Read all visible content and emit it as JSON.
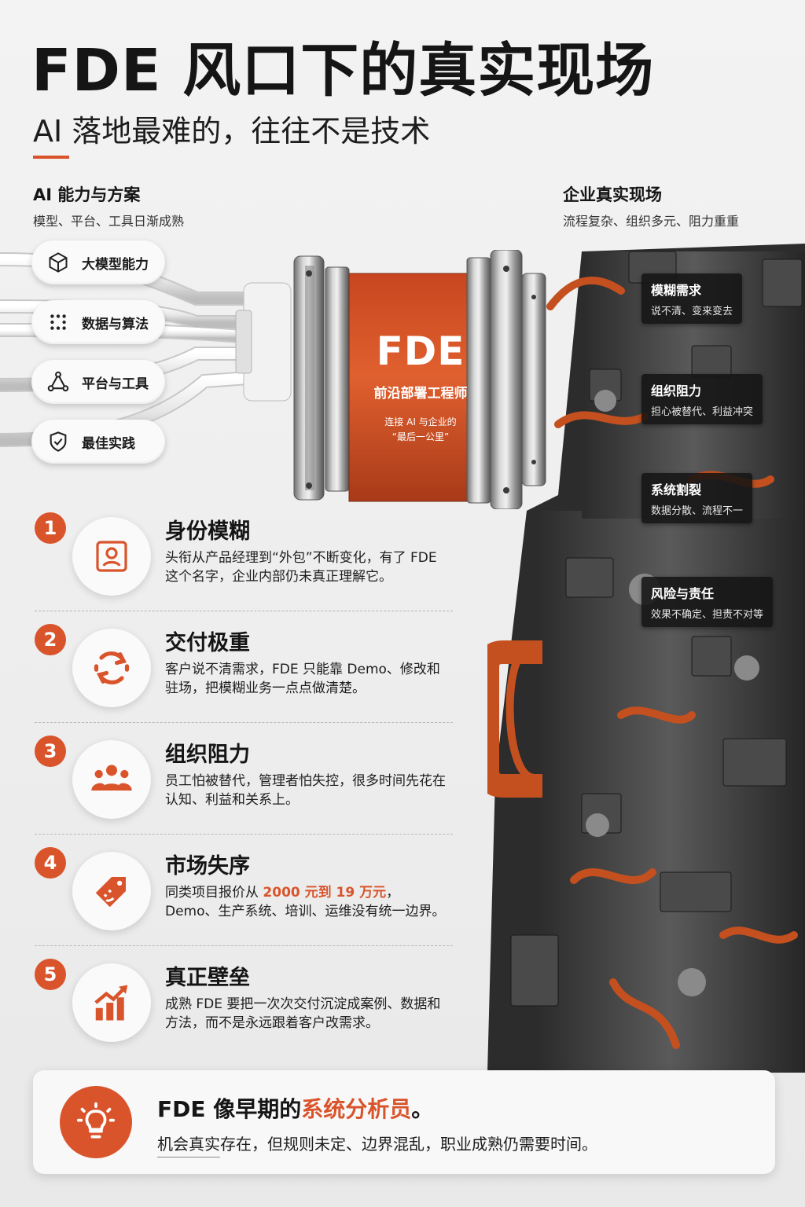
{
  "header": {
    "title": "FDE 风口下的真实现场",
    "subtitle": "AI 落地最难的，往往不是技术"
  },
  "left_column": {
    "heading": "AI 能力与方案",
    "sub": "模型、平台、工具日渐成熟",
    "pills": [
      {
        "label": "大模型能力",
        "icon": "cube-icon"
      },
      {
        "label": "数据与算法",
        "icon": "dots-grid-icon"
      },
      {
        "label": "平台与工具",
        "icon": "network-triangle-icon"
      },
      {
        "label": "最佳实践",
        "icon": "shield-check-icon"
      }
    ]
  },
  "right_column": {
    "heading": "企业真实现场",
    "sub": "流程复杂、组织多元、阻力重重",
    "tags": [
      {
        "title": "模糊需求",
        "text": "说不清、变来变去"
      },
      {
        "title": "组织阻力",
        "text": "担心被替代、利益冲突"
      },
      {
        "title": "系统割裂",
        "text": "数据分散、流程不一"
      },
      {
        "title": "风险与责任",
        "text": "效果不确定、担责不对等"
      }
    ]
  },
  "cylinder": {
    "big": "FDE",
    "mid": "前沿部署工程师",
    "line1": "连接 AI 与企业的",
    "line2": "“最后一公里”"
  },
  "items": [
    {
      "num": "1",
      "title": "身份模糊",
      "icon": "id-card-icon",
      "text": "头衔从产品经理到“外包”不断变化，有了 FDE 这个名字，企业内部仍未真正理解它。"
    },
    {
      "num": "2",
      "title": "交付极重",
      "icon": "cycle-arrows-icon",
      "text": "客户说不清需求，FDE 只能靠 Demo、修改和驻场，把模糊业务一点点做清楚。"
    },
    {
      "num": "3",
      "title": "组织阻力",
      "icon": "people-group-icon",
      "text": "员工怕被替代，管理者怕失控，很多时间先花在认知、利益和关系上。"
    },
    {
      "num": "4",
      "title": "市场失序",
      "icon": "price-tag-icon",
      "text_pre": "同类项目报价从 ",
      "text_hl": "2000 元到 19 万元",
      "text_post": "，Demo、生产系统、培训、运维没有统一边界。"
    },
    {
      "num": "5",
      "title": "真正壁垒",
      "icon": "growth-chart-icon",
      "text": "成熟 FDE 要把一次次交付沉淀成案例、数据和方法，而不是永远跟着客户改需求。"
    }
  ],
  "card": {
    "title_pre": "FDE 像早期的",
    "title_hl": "系统分析员",
    "title_post": "。",
    "text": "机会真实存在，但规则未定、边界混乱，职业成熟仍需要时间。",
    "icon": "lightbulb-icon"
  },
  "colors": {
    "accent": "#d9542b",
    "dark": "#151515",
    "background": "#efefef"
  }
}
